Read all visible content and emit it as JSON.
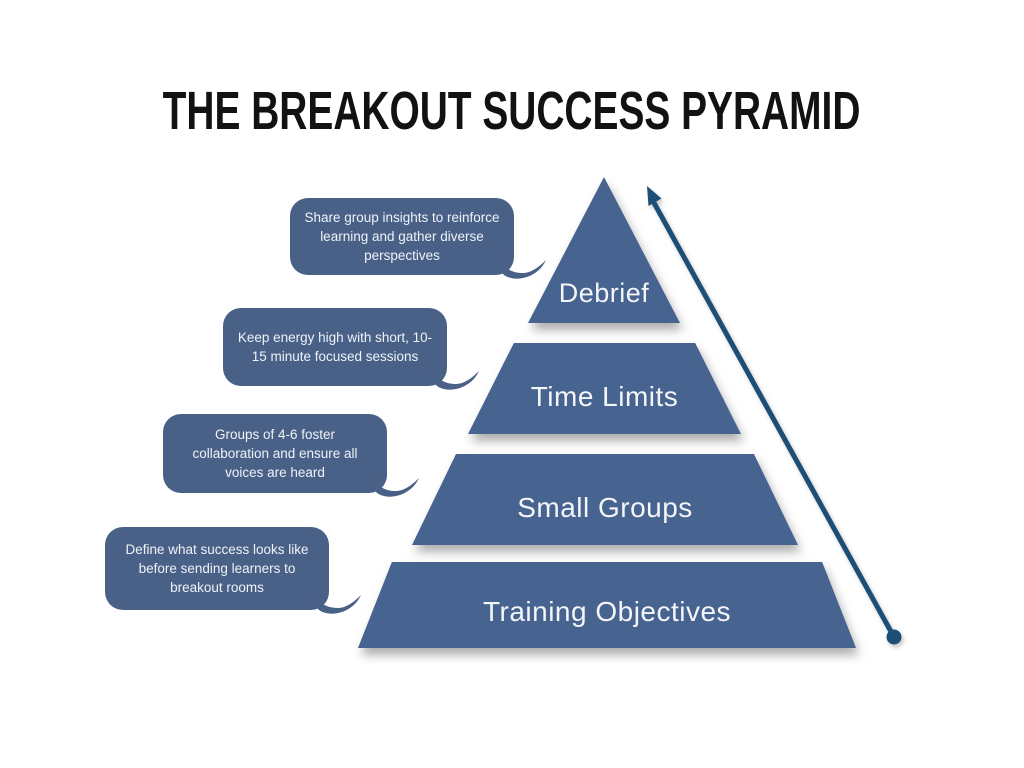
{
  "title": "THE BREAKOUT SUCCESS PYRAMID",
  "colors": {
    "background": "#ffffff",
    "title": "#121212",
    "primary": "#47638f",
    "bubble": "#4a6187",
    "arrow": "#1d4e76",
    "level_text": "#f3f5f9",
    "bubble_text": "#eef2f8"
  },
  "pyramid": {
    "levels": [
      {
        "label": "Debrief",
        "note": "Share group insights to reinforce learning and gather diverse perspectives"
      },
      {
        "label": "Time Limits",
        "note": "Keep energy high with short, 10-15 minute focused sessions"
      },
      {
        "label": "Small Groups",
        "note": "Groups of 4-6 foster collaboration and ensure all voices are heard"
      },
      {
        "label": "Training Objectives",
        "note": "Define what success looks like before sending learners to breakout rooms"
      }
    ]
  },
  "arrow": {
    "description": "growth arrow from pyramid base to apex"
  }
}
